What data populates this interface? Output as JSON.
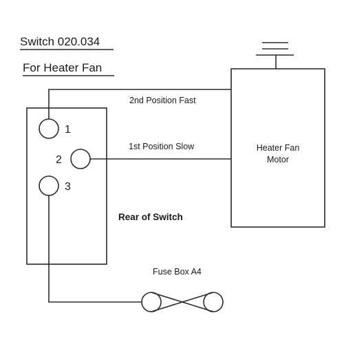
{
  "title": {
    "line1": "Switch 020.034",
    "line2": "For Heater Fan"
  },
  "switch": {
    "caption": "Rear of Switch",
    "terminals": [
      "1",
      "2",
      "3"
    ]
  },
  "motor": {
    "label_line1": "Heater Fan",
    "label_line2": "Motor"
  },
  "wires": {
    "fast": "2nd Position Fast",
    "slow": "1st Position Slow"
  },
  "fuse": {
    "label": "Fuse Box A4"
  },
  "icons": [
    "ground-icon",
    "fuse-icon"
  ]
}
